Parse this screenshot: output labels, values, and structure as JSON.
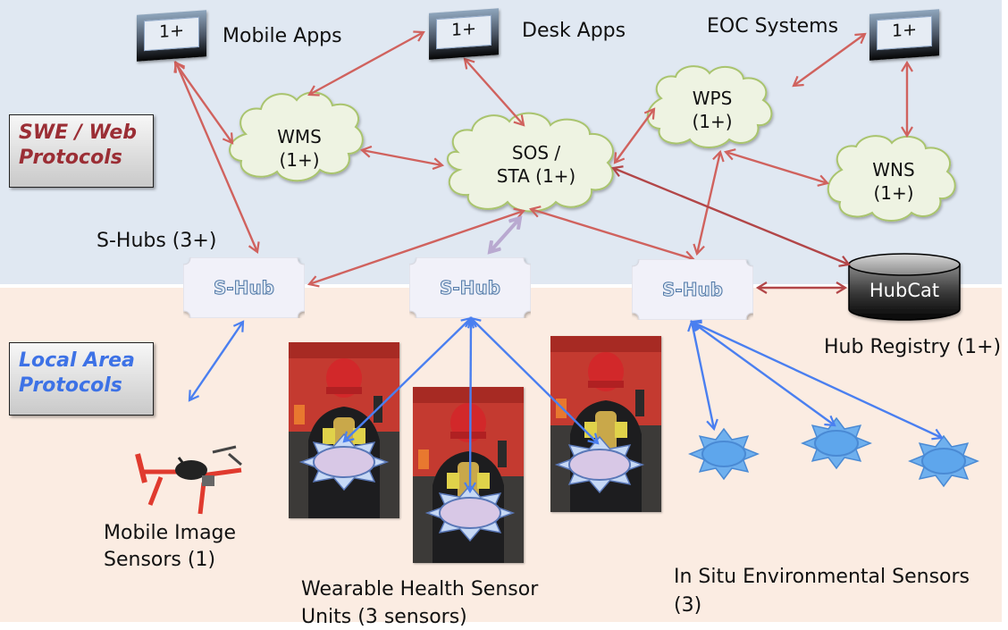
{
  "diagram": {
    "regions": {
      "top": {
        "label": "SWE / Web Protocols",
        "line1": "SWE / Web",
        "line2": "Protocols",
        "color": "#9b2e35"
      },
      "bottom": {
        "label": "Local Area Protocols",
        "line1": "Local Area",
        "line2": "Protocols",
        "color": "#3d72e6"
      }
    },
    "clients": [
      {
        "id": "mobile-apps",
        "count": "1+",
        "label": "Mobile Apps"
      },
      {
        "id": "desk-apps",
        "count": "1+",
        "label": "Desk Apps"
      },
      {
        "id": "eoc-systems",
        "count": "1+",
        "label": "EOC Systems"
      }
    ],
    "services": [
      {
        "id": "wms",
        "line1": "WMS",
        "line2": "(1+)"
      },
      {
        "id": "sos-sta",
        "line1": "SOS /",
        "line2": "STA (1+)"
      },
      {
        "id": "wps",
        "line1": "WPS",
        "line2": "(1+)"
      },
      {
        "id": "wns",
        "line1": "WNS",
        "line2": "(1+)"
      }
    ],
    "hubs": {
      "group_label": "S-Hubs (3+)",
      "items": [
        {
          "id": "shub-1",
          "label": "S-Hub"
        },
        {
          "id": "shub-2",
          "label": "S-Hub"
        },
        {
          "id": "shub-3",
          "label": "S-Hub"
        }
      ]
    },
    "registry": {
      "label": "HubCat",
      "caption": "Hub Registry (1+)"
    },
    "sensor_groups": [
      {
        "id": "mobile-image",
        "line1": "Mobile Image",
        "line2": "Sensors (1)"
      },
      {
        "id": "wearable-health",
        "line1": "Wearable Health Sensor",
        "line2": "Units (3 sensors)"
      },
      {
        "id": "in-situ",
        "line1": "In Situ Environmental Sensors",
        "line2": "(3)"
      }
    ],
    "edges": [
      {
        "from": "mobile-apps",
        "to": "wms",
        "type": "web"
      },
      {
        "from": "mobile-apps",
        "to": "shub-1",
        "type": "web"
      },
      {
        "from": "desk-apps",
        "to": "wms",
        "type": "web"
      },
      {
        "from": "desk-apps",
        "to": "sos-sta",
        "type": "web"
      },
      {
        "from": "wms",
        "to": "sos-sta",
        "type": "web"
      },
      {
        "from": "sos-sta",
        "to": "wps",
        "type": "web"
      },
      {
        "from": "eoc-systems",
        "to": "wps",
        "type": "web"
      },
      {
        "from": "eoc-systems",
        "to": "wns",
        "type": "web"
      },
      {
        "from": "wps",
        "to": "wns",
        "type": "web"
      },
      {
        "from": "wps",
        "to": "shub-3",
        "type": "web"
      },
      {
        "from": "sos-sta",
        "to": "shub-1",
        "type": "web"
      },
      {
        "from": "sos-sta",
        "to": "shub-2",
        "type": "alt"
      },
      {
        "from": "sos-sta",
        "to": "shub-3",
        "type": "web"
      },
      {
        "from": "sos-sta",
        "to": "hubcat",
        "type": "web-dark"
      },
      {
        "from": "shub-3",
        "to": "hubcat",
        "type": "web-dark"
      },
      {
        "from": "shub-1",
        "to": "mobile-image",
        "type": "local"
      },
      {
        "from": "shub-2",
        "to": "wearable-1",
        "type": "local"
      },
      {
        "from": "shub-2",
        "to": "wearable-2",
        "type": "local"
      },
      {
        "from": "shub-2",
        "to": "wearable-3",
        "type": "local"
      },
      {
        "from": "shub-3",
        "to": "insitu-1",
        "type": "local"
      },
      {
        "from": "shub-3",
        "to": "insitu-2",
        "type": "local"
      },
      {
        "from": "shub-3",
        "to": "insitu-3",
        "type": "local"
      }
    ],
    "colors": {
      "web_arrow": "#d0625e",
      "web_arrow_dark": "#b24648",
      "alt_arrow": "#b9a9d0",
      "local_arrow": "#4a7ff0",
      "cloud_fill": "#eef3e2",
      "cloud_stroke": "#a9c46e",
      "top_band": "#e0e8f2",
      "bottom_band": "#fbece2"
    }
  }
}
